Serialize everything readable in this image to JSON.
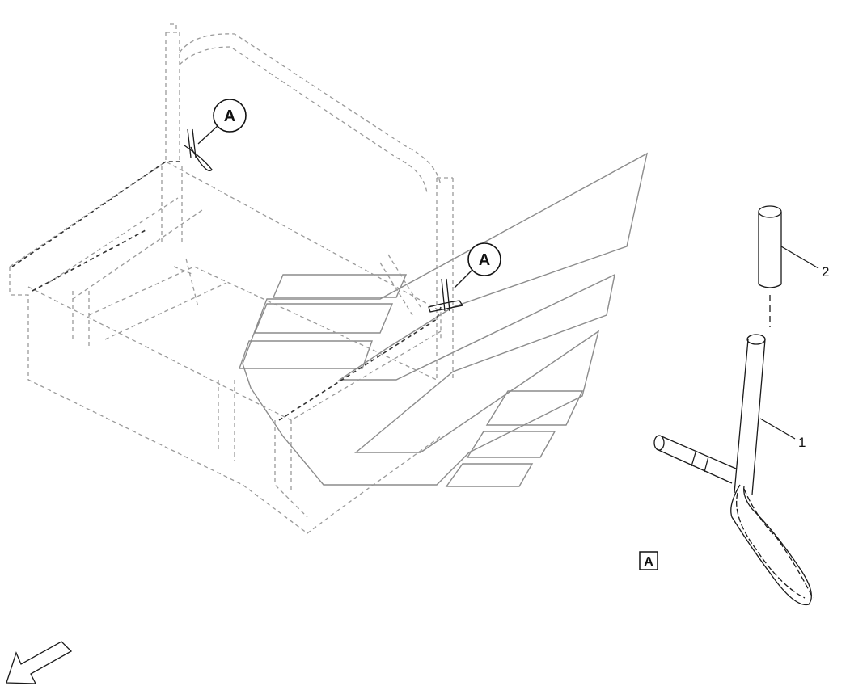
{
  "callouts": {
    "detail_upper": "A",
    "detail_lower": "A"
  },
  "item_numbers": {
    "item_1": "1",
    "item_2": "2"
  },
  "view_label": "A",
  "colors": {
    "line": "#1a1a1a",
    "phantom": "#9a9a9a",
    "watermark": "#8c8c8c"
  },
  "icons": {
    "direction_arrow": "arrow-down-left-icon",
    "watermark_logo": "brand-logo-watermark"
  }
}
